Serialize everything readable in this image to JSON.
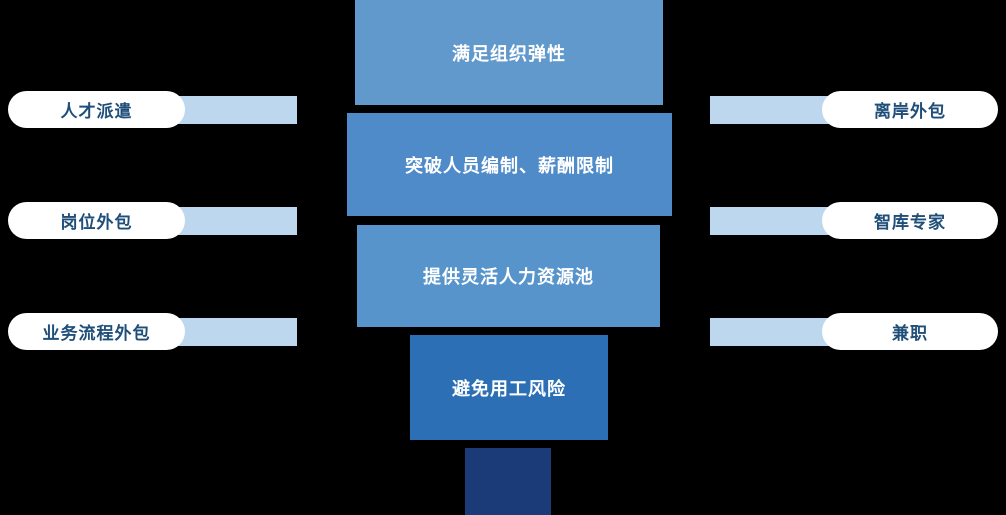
{
  "diagram": {
    "type": "funnel-with-side-labels",
    "background_color": "#000000",
    "colors": {
      "funnel_block_1": "#6299cc",
      "funnel_block_2": "#4f8bc9",
      "funnel_block_3": "#5794cb",
      "funnel_block_4": "#2c6fb4",
      "funnel_block_5": "#1b3a78",
      "connector": "#bdd7ee",
      "pill_background": "#ffffff",
      "pill_text": "#1f4e79",
      "block_text": "#ffffff"
    },
    "center_blocks": [
      {
        "label": "满足组织弹性"
      },
      {
        "label": "突破人员编制、薪酬限制"
      },
      {
        "label": "提供灵活人力资源池"
      },
      {
        "label": "避免用工风险"
      },
      {
        "label": ""
      }
    ],
    "left_items": [
      {
        "label": "人才派遣"
      },
      {
        "label": "岗位外包"
      },
      {
        "label": "业务流程外包"
      }
    ],
    "right_items": [
      {
        "label": "离岸外包"
      },
      {
        "label": "智库专家"
      },
      {
        "label": "兼职"
      }
    ]
  }
}
